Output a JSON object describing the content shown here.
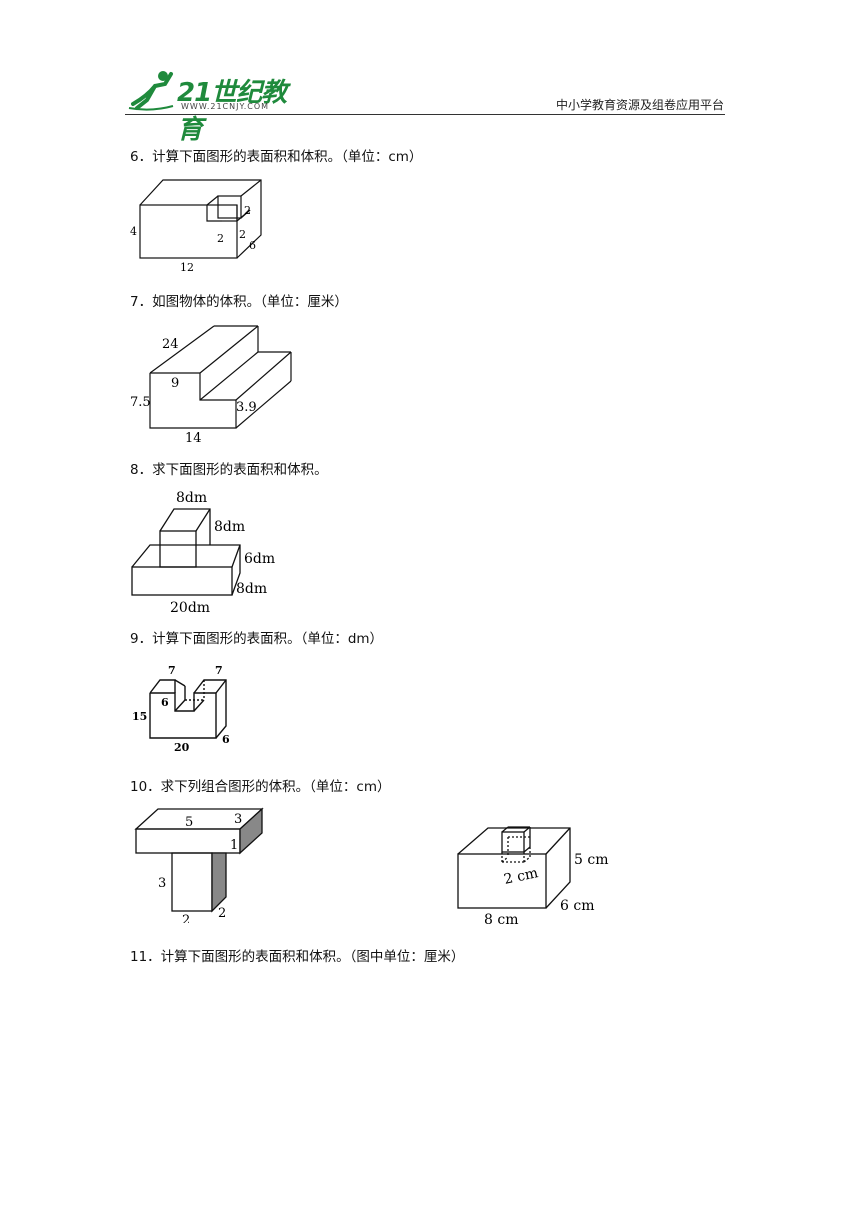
{
  "header": {
    "logo_text": "21世纪教育",
    "logo_url": "WWW.21CNJY.COM",
    "site_tagline": "中小学教育资源及组卷应用平台",
    "logo_icon": "running-person-icon"
  },
  "questions": [
    {
      "text": "6．计算下面图形的表面积和体积。（单位：cm）",
      "labels": {
        "left": "4",
        "bottom": "12",
        "side": "6",
        "notch_top": "2",
        "notch_inner": "2",
        "notch_right": "2"
      }
    },
    {
      "text": "7．如图物体的体积。（单位：厘米）",
      "labels": {
        "depth": "24",
        "step_top": "9",
        "left": "7.5",
        "step_right": "3.9",
        "bottom": "14"
      }
    },
    {
      "text": "8．求下面图形的表面积和体积。",
      "labels": {
        "top_width": "8dm",
        "top_height": "8dm",
        "base_height": "6dm",
        "base_depth": "8dm",
        "base_width": "20dm"
      }
    },
    {
      "text": "9．计算下面图形的表面积。（单位：dm）",
      "labels": {
        "left_arm": "7",
        "right_arm": "7",
        "notch_depth": "6",
        "height": "15",
        "width": "20",
        "depth": "6"
      }
    },
    {
      "text": "10．求下列组合图形的体积。（单位：cm）",
      "labels_a": {
        "top_len": "5",
        "top_depth": "3",
        "top_height": "1",
        "leg_height": "3",
        "leg_width": "2",
        "leg_depth": "2"
      },
      "labels_b": {
        "height": "5 cm",
        "hole": "2 cm",
        "width": "8 cm",
        "depth": "6 cm"
      }
    },
    {
      "text": "11．计算下面图形的表面积和体积。（图中单位：厘米）"
    }
  ]
}
